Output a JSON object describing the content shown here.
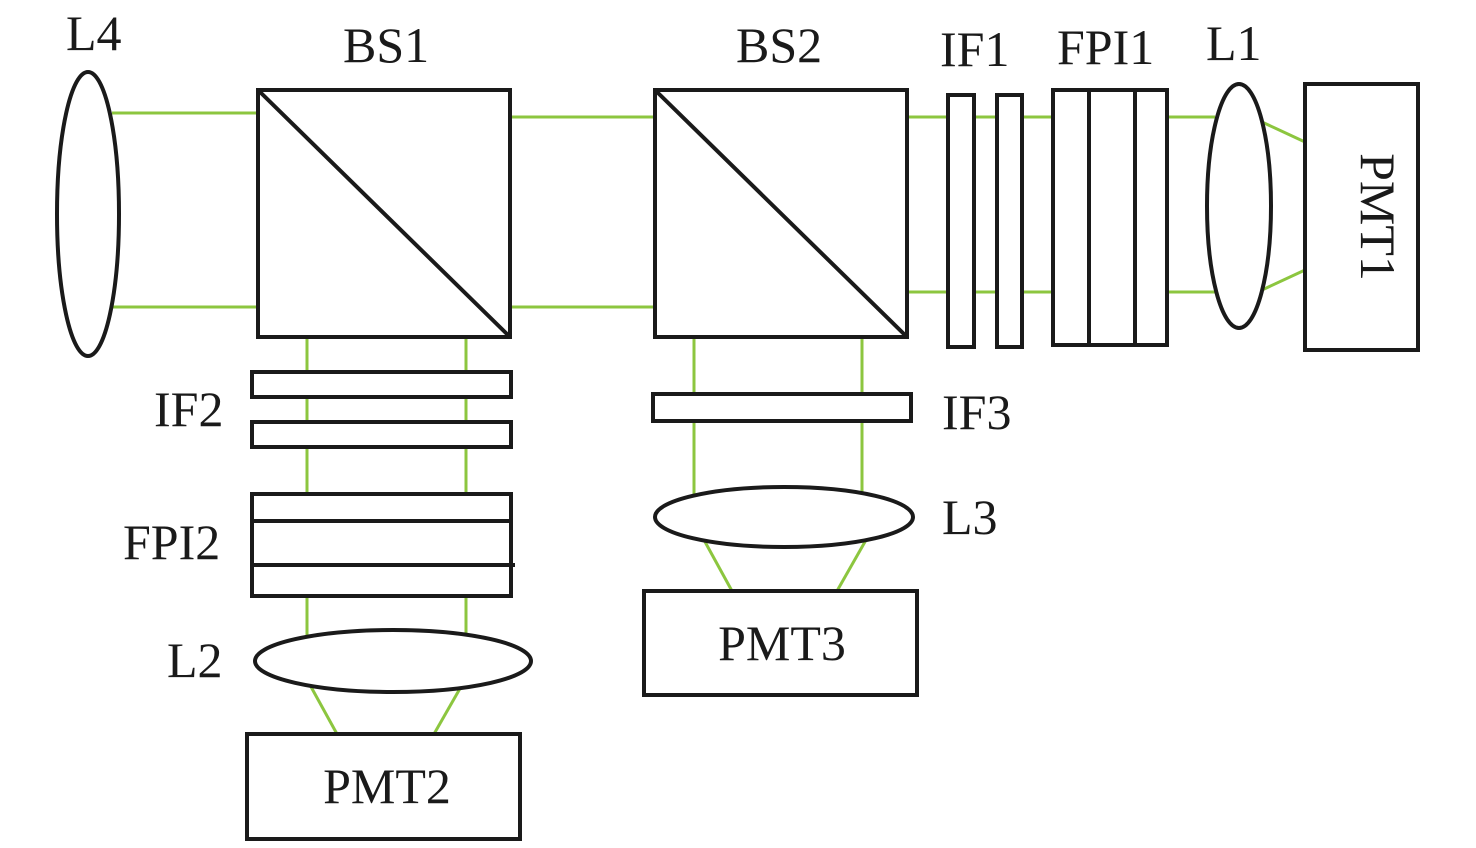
{
  "colors": {
    "beam": "#8cc63f",
    "outline": "#1a1a1a",
    "background": "#ffffff"
  },
  "labels": {
    "L4": "L4",
    "BS1": "BS1",
    "BS2": "BS2",
    "IF1": "IF1",
    "FPI1": "FPI1",
    "L1": "L1",
    "PMT1": "PMT1",
    "IF2": "IF2",
    "FPI2": "FPI2",
    "L2": "L2",
    "PMT2": "PMT2",
    "IF3": "IF3",
    "L3": "L3",
    "PMT3": "PMT3"
  }
}
